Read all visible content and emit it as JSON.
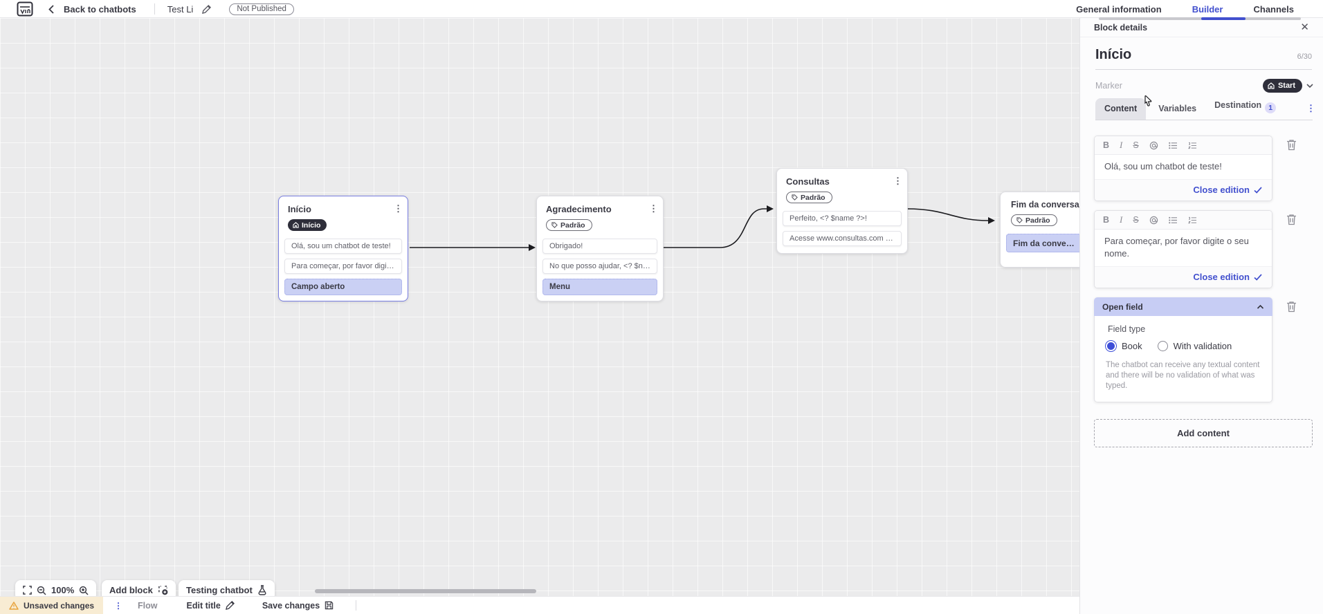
{
  "topbar": {
    "back_label": "Back to chatbots",
    "bot_title": "Test Li",
    "status_badge": "Not Published",
    "tabs": {
      "general": "General information",
      "builder": "Builder",
      "channels": "Channels"
    }
  },
  "canvas": {
    "zoom_level": "100%",
    "add_block_label": "Add block",
    "testing_label": "Testing chatbot",
    "blocks": [
      {
        "title": "Início",
        "marker": "Início",
        "items": [
          "Olá, sou um chatbot de teste!",
          "Para começar, por favor digite o ...",
          "Campo aberto"
        ]
      },
      {
        "title": "Agradecimento",
        "marker": "Padrão",
        "items": [
          "Obrigado!",
          "No que posso ajudar, <? $name ...",
          "Menu"
        ]
      },
      {
        "title": "Consultas",
        "marker": "Padrão",
        "items": [
          "Perfeito, <? $name ?>!",
          "Acesse www.consultas.com par..."
        ]
      },
      {
        "title": "Fim da conversa",
        "marker": "Padrão",
        "items": [
          "Fim da conversa"
        ]
      }
    ]
  },
  "panel": {
    "header": "Block details",
    "block_name": "Início",
    "char_count": "6/30",
    "marker_label": "Marker",
    "marker_value": "Start",
    "tabs": {
      "content": "Content",
      "variables": "Variables",
      "destination": "Destination",
      "destination_badge": "1"
    },
    "toolbar": {
      "bold": "B",
      "italic": "I",
      "strike": "S"
    },
    "editors": [
      {
        "text": "Olá, sou um chatbot de teste!",
        "action": "Close edition"
      },
      {
        "text": "Para começar, por favor digite o seu nome.",
        "action": "Close edition"
      }
    ],
    "open_field": {
      "title": "Open field",
      "field_type_label": "Field type",
      "option_book": "Book",
      "option_validation": "With validation",
      "description": "The chatbot can receive any textual content and there will be no validation of what was typed."
    },
    "add_content_label": "Add content"
  },
  "bottombar": {
    "unsaved": "Unsaved changes",
    "flow": "Flow",
    "edit_title": "Edit title",
    "save_changes": "Save changes"
  },
  "colors": {
    "accent": "#4250ce",
    "selected_block_border": "#787de0",
    "highlight_item": "#cad0f4",
    "section_header": "#c7cdf4",
    "dark_pill": "#2e2e3a",
    "warning_bg": "#f8ecd3",
    "canvas_bg": "#ebebec"
  }
}
